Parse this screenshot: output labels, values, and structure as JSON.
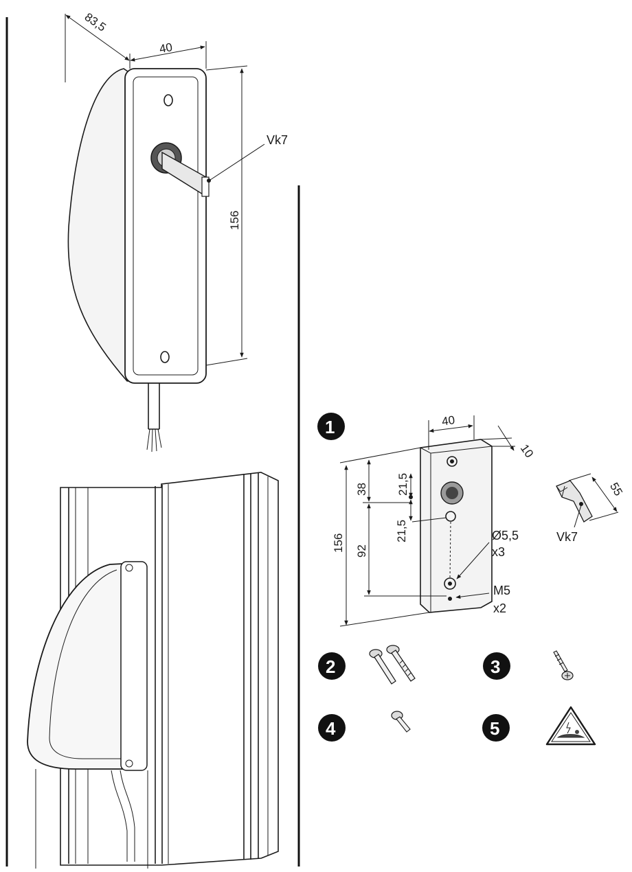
{
  "motor_view": {
    "depth": "83,5",
    "width": "40",
    "height": "156",
    "shaft": "Vk7"
  },
  "parts": [
    {
      "number": "1",
      "name": "mounting-plate"
    },
    {
      "number": "2",
      "name": "bolts"
    },
    {
      "number": "3",
      "name": "wood-screw"
    },
    {
      "number": "4",
      "name": "short-screw"
    },
    {
      "number": "5",
      "name": "warning-sign"
    }
  ],
  "plate_dims": {
    "width": "40",
    "thickness": "10",
    "total_height": "156",
    "top_offset": "38",
    "lower_offset": "92",
    "hole_spacing_top": "21,5",
    "hole_spacing_bottom": "21,5",
    "hole_diameter": "Ø5,5",
    "hole_count": "x3",
    "thread": "M5",
    "thread_count": "x2"
  },
  "shaft_part": {
    "length": "55",
    "label": "Vk7"
  },
  "icons": [
    "warning-triangle-icon"
  ]
}
